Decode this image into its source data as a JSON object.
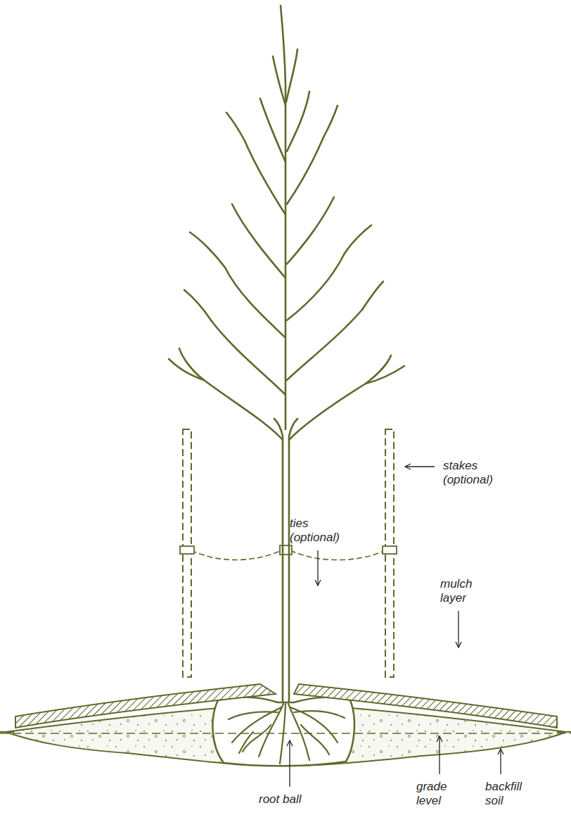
{
  "diagram": {
    "labels": [
      "stakes (optional)",
      "ties (optional)",
      "mulch layer",
      "root ball",
      "grade level",
      "backfill soil"
    ]
  }
}
